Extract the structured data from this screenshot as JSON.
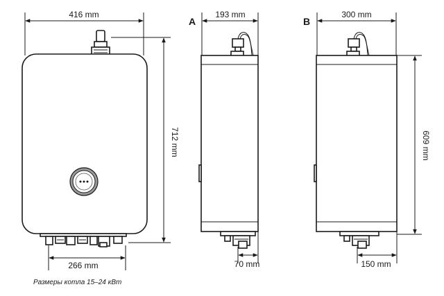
{
  "front_view": {
    "width_label": "416 mm",
    "height_label": "712 mm",
    "bottom_label": "266 mm"
  },
  "view_a": {
    "letter": "A",
    "width_label": "193 mm",
    "bottom_label": "70 mm"
  },
  "view_b": {
    "letter": "B",
    "width_label": "300 mm",
    "height_label": "609 mm",
    "bottom_label": "150 mm"
  },
  "caption": "Размеры котла 15–24 кВт",
  "colors": {
    "line": "#1a1a1a",
    "background": "#ffffff"
  }
}
